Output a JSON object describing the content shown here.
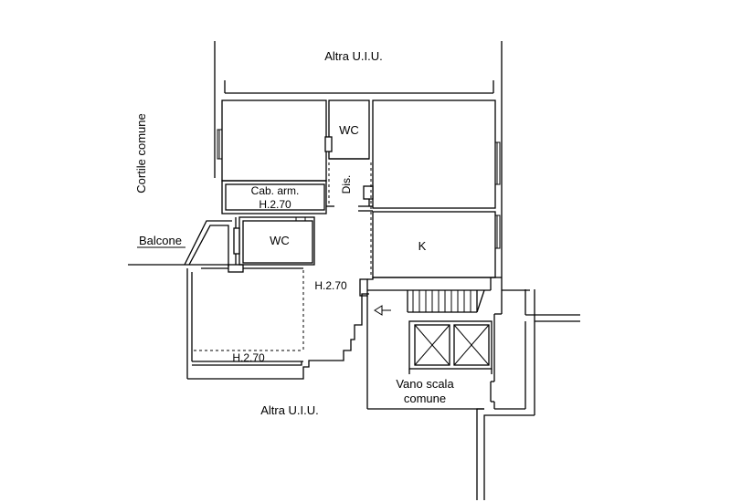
{
  "labels": {
    "altra_uiu_top": "Altra U.I.U.",
    "altra_uiu_bottom": "Altra U.I.U.",
    "cortile_comune": "Cortile comune",
    "balcone": "Balcone",
    "wc_upper": "WC",
    "wc_lower": "WC",
    "dis": "Dis.",
    "cab_arm": "Cab. arm.",
    "h_cab": "H.2.70",
    "k": "K",
    "h_center": "H.2.70",
    "h_bottom": "H.2.70",
    "vano_scala_line1": "Vano scala",
    "vano_scala_line2": "comune"
  }
}
